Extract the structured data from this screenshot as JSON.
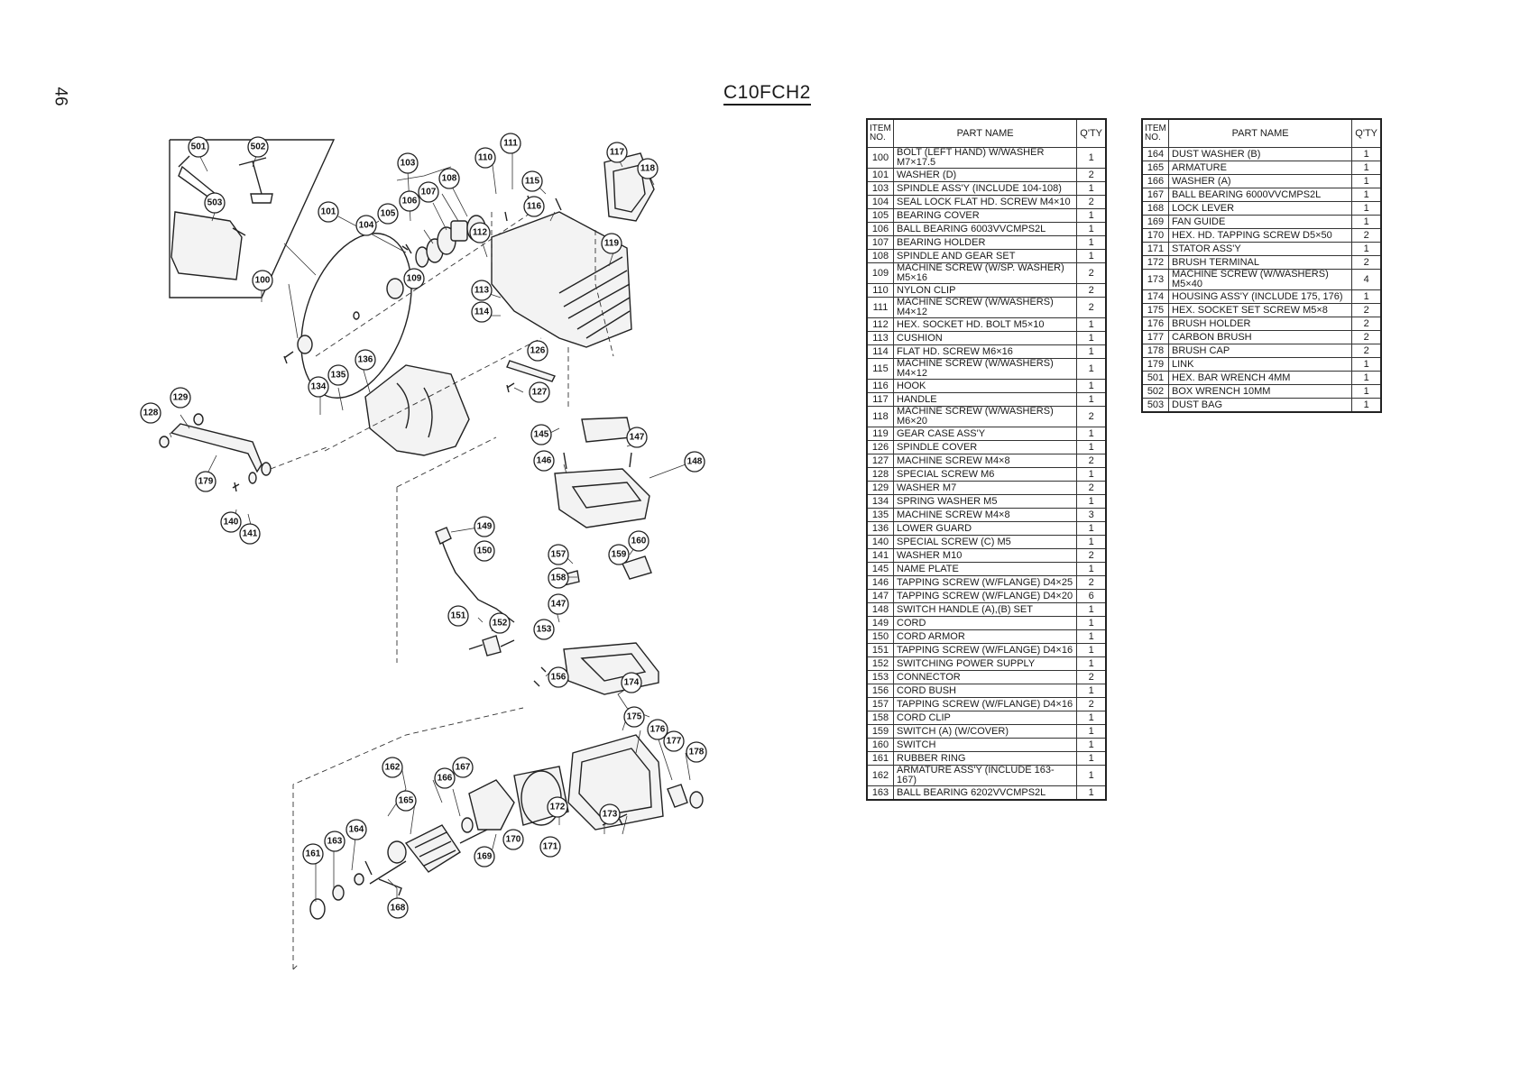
{
  "page": {
    "number": "46",
    "model": "C10FCH2"
  },
  "table_headers": {
    "item": "ITEM NO.",
    "name": "PART NAME",
    "qty": "Q'TY"
  },
  "parts_left": [
    {
      "no": "100",
      "name": "BOLT (LEFT HAND) W/WASHER M7×17.5",
      "qty": "1"
    },
    {
      "no": "101",
      "name": "WASHER (D)",
      "qty": "2"
    },
    {
      "no": "103",
      "name": "SPINDLE ASS'Y (INCLUDE 104-108)",
      "qty": "1"
    },
    {
      "no": "104",
      "name": "SEAL LOCK FLAT HD. SCREW M4×10",
      "qty": "2"
    },
    {
      "no": "105",
      "name": "BEARING COVER",
      "qty": "1"
    },
    {
      "no": "106",
      "name": "BALL BEARING 6003VVCMPS2L",
      "qty": "1"
    },
    {
      "no": "107",
      "name": "BEARING HOLDER",
      "qty": "1"
    },
    {
      "no": "108",
      "name": "SPINDLE AND GEAR SET",
      "qty": "1"
    },
    {
      "no": "109",
      "name": "MACHINE SCREW (W/SP. WASHER) M5×16",
      "qty": "2"
    },
    {
      "no": "110",
      "name": "NYLON CLIP",
      "qty": "2"
    },
    {
      "no": "111",
      "name": "MACHINE SCREW (W/WASHERS) M4×12",
      "qty": "2"
    },
    {
      "no": "112",
      "name": "HEX. SOCKET HD. BOLT M5×10",
      "qty": "1"
    },
    {
      "no": "113",
      "name": "CUSHION",
      "qty": "1"
    },
    {
      "no": "114",
      "name": "FLAT HD. SCREW M6×16",
      "qty": "1"
    },
    {
      "no": "115",
      "name": "MACHINE SCREW (W/WASHERS) M4×12",
      "qty": "1"
    },
    {
      "no": "116",
      "name": "HOOK",
      "qty": "1"
    },
    {
      "no": "117",
      "name": "HANDLE",
      "qty": "1"
    },
    {
      "no": "118",
      "name": "MACHINE SCREW (W/WASHERS) M6×20",
      "qty": "2"
    },
    {
      "no": "119",
      "name": "GEAR CASE ASS'Y",
      "qty": "1"
    },
    {
      "no": "126",
      "name": "SPINDLE COVER",
      "qty": "1"
    },
    {
      "no": "127",
      "name": "MACHINE SCREW M4×8",
      "qty": "2"
    },
    {
      "no": "128",
      "name": "SPECIAL SCREW M6",
      "qty": "1"
    },
    {
      "no": "129",
      "name": "WASHER M7",
      "qty": "2"
    },
    {
      "no": "134",
      "name": "SPRING WASHER M5",
      "qty": "1"
    },
    {
      "no": "135",
      "name": "MACHINE SCREW M4×8",
      "qty": "3"
    },
    {
      "no": "136",
      "name": "LOWER GUARD",
      "qty": "1"
    },
    {
      "no": "140",
      "name": "SPECIAL SCREW (C) M5",
      "qty": "1"
    },
    {
      "no": "141",
      "name": "WASHER M10",
      "qty": "2"
    },
    {
      "no": "145",
      "name": "NAME PLATE",
      "qty": "1"
    },
    {
      "no": "146",
      "name": "TAPPING SCREW (W/FLANGE) D4×25",
      "qty": "2"
    },
    {
      "no": "147",
      "name": "TAPPING SCREW (W/FLANGE) D4×20",
      "qty": "6"
    },
    {
      "no": "148",
      "name": "SWITCH HANDLE (A),(B) SET",
      "qty": "1"
    },
    {
      "no": "149",
      "name": "CORD",
      "qty": "1"
    },
    {
      "no": "150",
      "name": "CORD ARMOR",
      "qty": "1"
    },
    {
      "no": "151",
      "name": "TAPPING SCREW (W/FLANGE) D4×16",
      "qty": "1"
    },
    {
      "no": "152",
      "name": "SWITCHING POWER SUPPLY",
      "qty": "1"
    },
    {
      "no": "153",
      "name": "CONNECTOR",
      "qty": "2"
    },
    {
      "no": "156",
      "name": "CORD BUSH",
      "qty": "1"
    },
    {
      "no": "157",
      "name": "TAPPING SCREW (W/FLANGE) D4×16",
      "qty": "2"
    },
    {
      "no": "158",
      "name": "CORD CLIP",
      "qty": "1"
    },
    {
      "no": "159",
      "name": "SWITCH (A) (W/COVER)",
      "qty": "1"
    },
    {
      "no": "160",
      "name": "SWITCH",
      "qty": "1"
    },
    {
      "no": "161",
      "name": "RUBBER RING",
      "qty": "1"
    },
    {
      "no": "162",
      "name": "ARMATURE ASS'Y (INCLUDE 163-167)",
      "qty": "1"
    },
    {
      "no": "163",
      "name": "BALL BEARING 6202VVCMPS2L",
      "qty": "1"
    }
  ],
  "parts_right": [
    {
      "no": "164",
      "name": "DUST WASHER (B)",
      "qty": "1"
    },
    {
      "no": "165",
      "name": "ARMATURE",
      "qty": "1"
    },
    {
      "no": "166",
      "name": "WASHER (A)",
      "qty": "1"
    },
    {
      "no": "167",
      "name": "BALL BEARING 6000VVCMPS2L",
      "qty": "1"
    },
    {
      "no": "168",
      "name": "LOCK LEVER",
      "qty": "1"
    },
    {
      "no": "169",
      "name": "FAN GUIDE",
      "qty": "1"
    },
    {
      "no": "170",
      "name": "HEX. HD. TAPPING SCREW D5×50",
      "qty": "2"
    },
    {
      "no": "171",
      "name": "STATOR ASS'Y",
      "qty": "1"
    },
    {
      "no": "172",
      "name": "BRUSH TERMINAL",
      "qty": "2"
    },
    {
      "no": "173",
      "name": "MACHINE SCREW (W/WASHERS) M5×40",
      "qty": "4"
    },
    {
      "no": "174",
      "name": "HOUSING ASS'Y (INCLUDE 175, 176)",
      "qty": "1"
    },
    {
      "no": "175",
      "name": "HEX. SOCKET SET SCREW M5×8",
      "qty": "2"
    },
    {
      "no": "176",
      "name": "BRUSH HOLDER",
      "qty": "2"
    },
    {
      "no": "177",
      "name": "CARBON BRUSH",
      "qty": "2"
    },
    {
      "no": "178",
      "name": "BRUSH CAP",
      "qty": "2"
    },
    {
      "no": "179",
      "name": "LINK",
      "qty": "1"
    },
    {
      "no": "501",
      "name": "HEX. BAR WRENCH 4MM",
      "qty": "1"
    },
    {
      "no": "502",
      "name": "BOX WRENCH 10MM",
      "qty": "1"
    },
    {
      "no": "503",
      "name": "DUST BAG",
      "qty": "1"
    }
  ]
}
